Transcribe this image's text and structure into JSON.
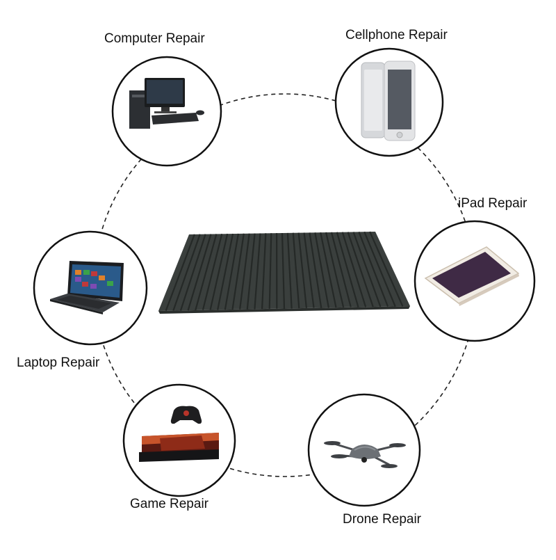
{
  "nodes": [
    {
      "id": "computer",
      "label": "Computer Repair",
      "icon": "desktop-computer-icon"
    },
    {
      "id": "cellphone",
      "label": "Cellphone Repair",
      "icon": "smartphone-icon"
    },
    {
      "id": "ipad",
      "label": "iPad Repair",
      "icon": "tablet-icon"
    },
    {
      "id": "laptop",
      "label": "Laptop Repair",
      "icon": "laptop-icon"
    },
    {
      "id": "game",
      "label": "Game Repair",
      "icon": "game-console-icon"
    },
    {
      "id": "drone",
      "label": "Drone Repair",
      "icon": "drone-icon"
    }
  ],
  "center": {
    "icon": "ribbed-rubber-mat",
    "color": "#3a3f3d"
  },
  "colors": {
    "outline": "#111111",
    "ring": "#222222",
    "background": "#ffffff"
  }
}
